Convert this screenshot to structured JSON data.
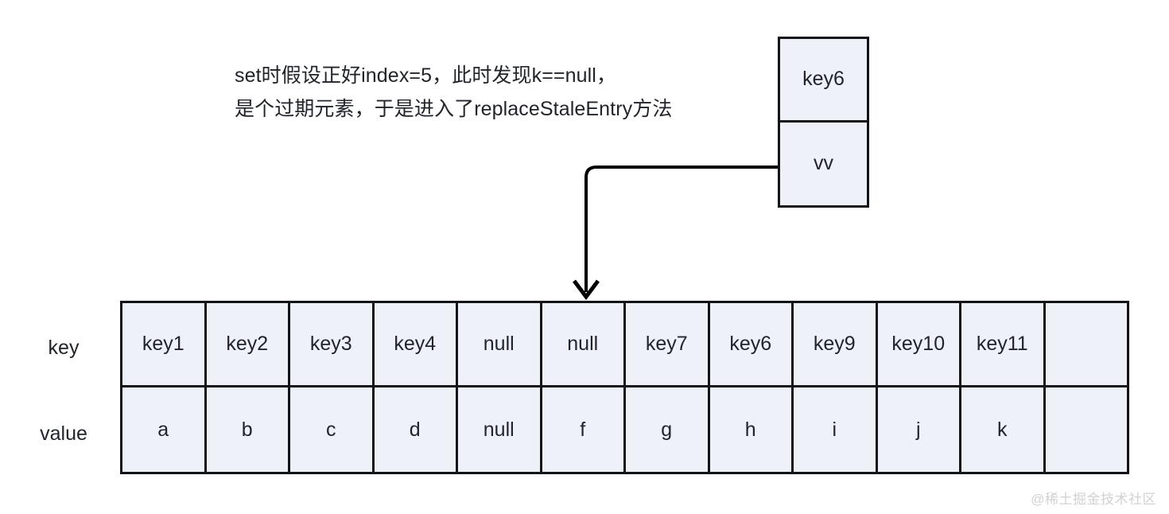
{
  "annotation": {
    "line1": "set时假设正好index=5，此时发现k==null，",
    "line2": "是个过期元素，于是进入了replaceStaleEntry方法"
  },
  "entry_box": {
    "key_label": "key6",
    "value_label": "vv"
  },
  "connector": {
    "icon": "elbow-arrow-icon"
  },
  "table": {
    "row_labels": {
      "key": "key",
      "value": "value"
    },
    "keys": [
      "key1",
      "key2",
      "key3",
      "key4",
      "null",
      "null",
      "key7",
      "key6",
      "key9",
      "key10",
      "key11",
      ""
    ],
    "values": [
      "a",
      "b",
      "c",
      "d",
      "null",
      "f",
      "g",
      "h",
      "i",
      "j",
      "k",
      ""
    ]
  },
  "watermark": {
    "text": "@稀土掘金技术社区"
  },
  "colors": {
    "background": "#ffffff",
    "cell_fill": "#eef1f8",
    "border": "#131417",
    "text": "#21252b",
    "watermark": "#d2d2d4"
  }
}
